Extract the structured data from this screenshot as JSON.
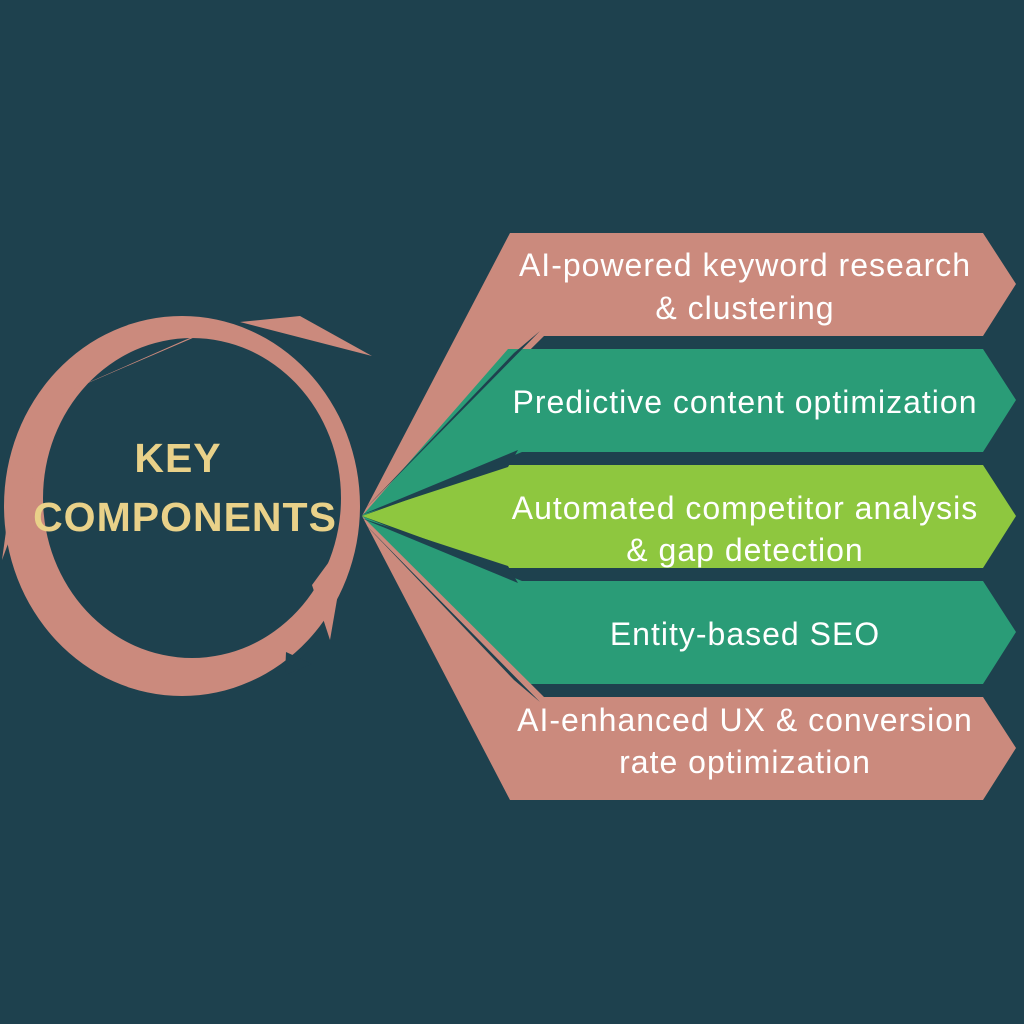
{
  "background_color": "#1e414e",
  "title": {
    "line1": "KEY",
    "line2": "COMPONENTS",
    "color": "#e9d189"
  },
  "circle": {
    "label": "brush-stroke-ring",
    "color": "#cb8a7d"
  },
  "banners": [
    {
      "id": "ai-keyword-research",
      "lines": [
        "AI-powered keyword research",
        "& clustering"
      ],
      "color": "#cb8a7d",
      "text_color": "#ffffff"
    },
    {
      "id": "predictive-content-optimization",
      "lines": [
        "Predictive content optimization"
      ],
      "color": "#2a9c77",
      "text_color": "#ffffff"
    },
    {
      "id": "automated-competitor-analysis",
      "lines": [
        "Automated competitor analysis",
        "& gap detection"
      ],
      "color": "#8ec73f",
      "text_color": "#ffffff"
    },
    {
      "id": "entity-based-seo",
      "lines": [
        "Entity-based SEO"
      ],
      "color": "#2a9c77",
      "text_color": "#ffffff"
    },
    {
      "id": "ai-enhanced-ux",
      "lines": [
        "AI-enhanced UX & conversion",
        "rate optimization"
      ],
      "color": "#cb8a7d",
      "text_color": "#ffffff"
    }
  ]
}
